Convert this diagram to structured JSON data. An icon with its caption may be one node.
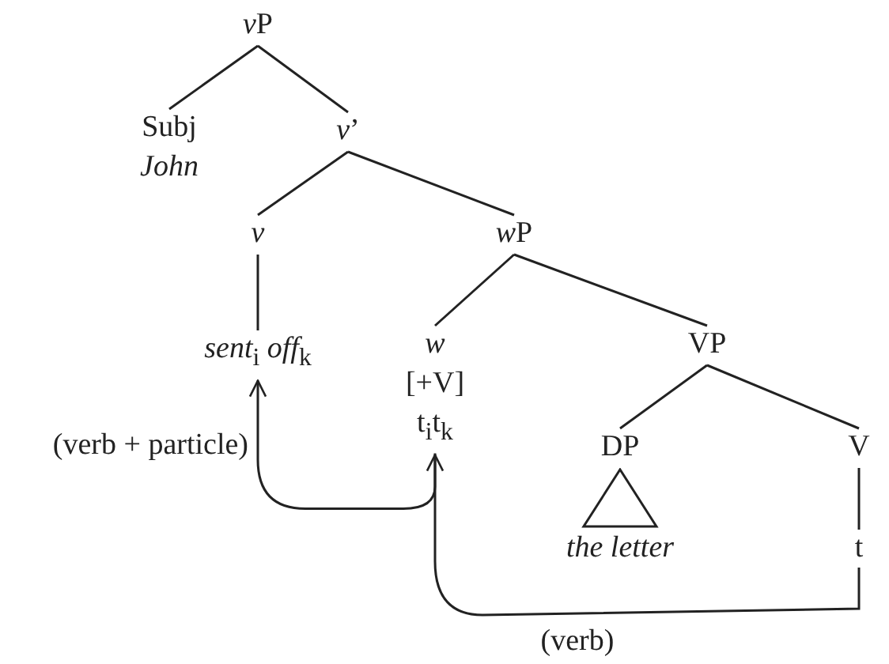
{
  "diagram": {
    "nodes": [
      {
        "text": [
          "vP"
        ]
      },
      {
        "text": [
          "Subj",
          "John"
        ]
      },
      {
        "text": [
          "v’"
        ]
      },
      {
        "text": [
          "v"
        ]
      },
      {
        "text": [
          "*sent*$_{i}$ *off*$_{k}$"
        ]
      },
      {
        "text": [
          "wP"
        ]
      },
      {
        "text": [
          "w",
          "[+V]",
          "t$_{i}$t$_{k}$"
        ]
      },
      {
        "text": [
          "VP"
        ]
      },
      {
        "text": [
          "DP"
        ]
      },
      {
        "text": [
          "the letter"
        ]
      },
      {
        "text": [
          "V"
        ]
      },
      {
        "text": [
          "t"
        ]
      }
    ],
    "edges": [
      {
        "from": 0,
        "to": 1,
        "arrow": "none"
      },
      {
        "from": 0,
        "to": 2,
        "arrow": "none"
      },
      {
        "from": 2,
        "to": 3,
        "arrow": "none"
      },
      {
        "from": 2,
        "to": 5,
        "arrow": "none"
      },
      {
        "from": 3,
        "to": 4,
        "arrow": "none"
      },
      {
        "from": 5,
        "to": 6,
        "arrow": "none"
      },
      {
        "from": 5,
        "to": 7,
        "arrow": "none"
      },
      {
        "from": 7,
        "to": 8,
        "arrow": "none"
      },
      {
        "from": 7,
        "to": 10,
        "arrow": "none"
      },
      {
        "from": 10,
        "to": 11,
        "arrow": "none"
      },
      {
        "from": 6,
        "to": 4,
        "arrow": "to",
        "label": "(verb + particle)"
      },
      {
        "from": 11,
        "to": 6,
        "arrow": "to",
        "label": "(verb)"
      }
    ]
  }
}
